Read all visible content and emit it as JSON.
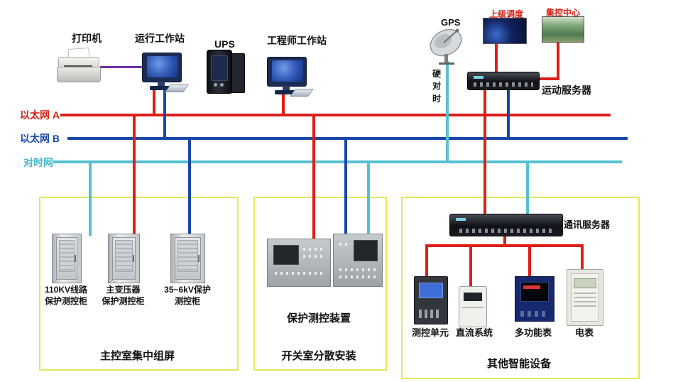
{
  "buses": {
    "ethernet_a": {
      "label": "以太网 A",
      "color": "#dd1f17"
    },
    "ethernet_b": {
      "label": "以太网 B",
      "color": "#1748a8"
    },
    "time_sync": {
      "label": "对时网",
      "color": "#55c1d3"
    }
  },
  "top": {
    "printer": {
      "label": "打印机"
    },
    "operator_ws": {
      "label": "运行工作站"
    },
    "ups": {
      "label": "UPS"
    },
    "engineer_ws": {
      "label": "工程师工作站"
    },
    "gps": {
      "label": "GPS",
      "hard_sync": "硬\n对\n时"
    },
    "superior_dispatch": {
      "label": "上级调度"
    },
    "central_control": {
      "label": "集控中心"
    },
    "telemetry_server": {
      "label": "运动服务器"
    }
  },
  "group1": {
    "caption": "主控室集中组屏",
    "cabinet1": "110KV线路\n保护测控柜",
    "cabinet2": "主变压器\n保护测控柜",
    "cabinet3": "35~6kV保护\n测控柜"
  },
  "group2": {
    "caption": "开关室分散安装",
    "device_label": "保护测控装置"
  },
  "group3": {
    "caption": "其他智能设备",
    "server_label": "通讯服务器",
    "device1": "测控单元",
    "device2": "直流系统",
    "device3": "多功能表",
    "device4": "电表"
  }
}
